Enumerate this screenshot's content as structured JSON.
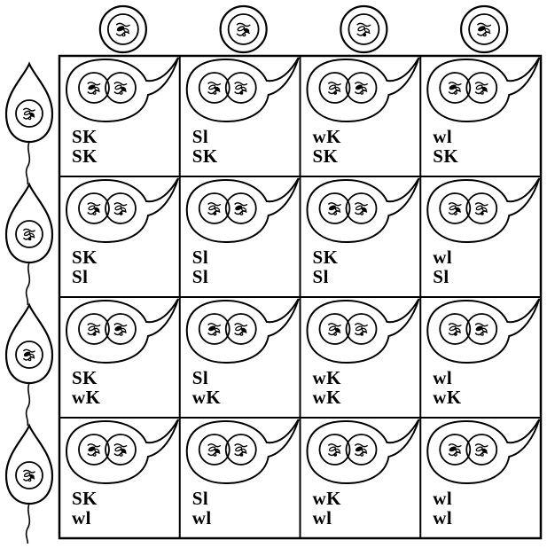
{
  "colors": {
    "ink": "#000000",
    "paper": "#ffffff"
  },
  "diagram": {
    "grid_size": 4,
    "top_cells": [
      {
        "name": "cell-icon"
      },
      {
        "name": "cell-icon"
      },
      {
        "name": "cell-icon"
      },
      {
        "name": "cell-icon"
      }
    ],
    "side_cells": [
      {
        "name": "flagellate-cell-icon"
      },
      {
        "name": "flagellate-cell-icon"
      },
      {
        "name": "flagellate-cell-icon"
      },
      {
        "name": "flagellate-cell-icon"
      }
    ],
    "rows": [
      [
        {
          "top": "SK",
          "bottom": "SK"
        },
        {
          "top": "Sl",
          "bottom": "SK"
        },
        {
          "top": "wK",
          "bottom": "SK"
        },
        {
          "top": "wl",
          "bottom": "SK"
        }
      ],
      [
        {
          "top": "SK",
          "bottom": "Sl"
        },
        {
          "top": "Sl",
          "bottom": "Sl"
        },
        {
          "top": "SK",
          "bottom": "Sl"
        },
        {
          "top": "wl",
          "bottom": "Sl"
        }
      ],
      [
        {
          "top": "SK",
          "bottom": "wK"
        },
        {
          "top": "Sl",
          "bottom": "wK"
        },
        {
          "top": "wK",
          "bottom": "wK"
        },
        {
          "top": "wl",
          "bottom": "wK"
        }
      ],
      [
        {
          "top": "SK",
          "bottom": "wl"
        },
        {
          "top": "Sl",
          "bottom": "wl"
        },
        {
          "top": "wK",
          "bottom": "wl"
        },
        {
          "top": "wl",
          "bottom": "wl"
        }
      ]
    ]
  }
}
